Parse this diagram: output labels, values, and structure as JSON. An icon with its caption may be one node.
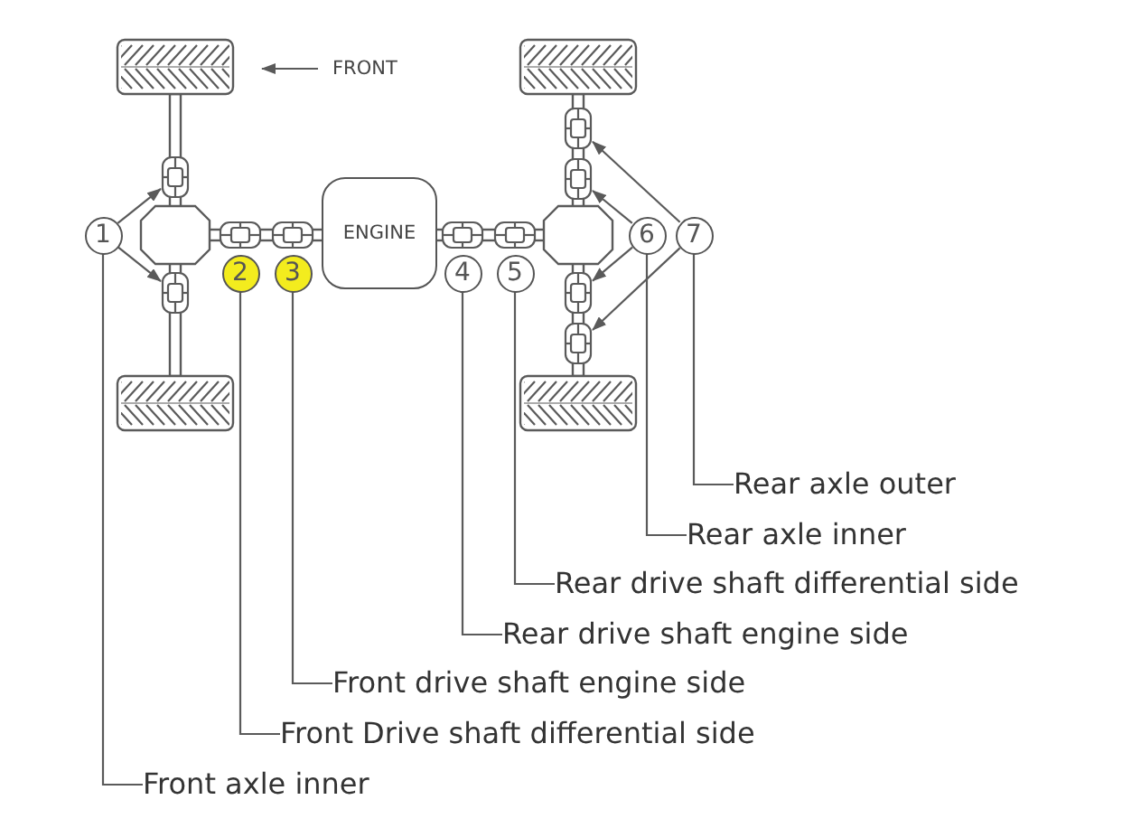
{
  "diagram": {
    "nodes": [
      {
        "text": [
          "1"
        ]
      },
      {
        "text": [
          "2"
        ]
      },
      {
        "text": [
          "3"
        ]
      },
      {
        "text": [
          "ENGINE"
        ]
      },
      {
        "text": [
          "4"
        ]
      },
      {
        "text": [
          "5"
        ]
      },
      {
        "text": [
          "6"
        ]
      },
      {
        "text": [
          "7"
        ]
      },
      {
        "text": [],
        "shape": "picture"
      },
      {
        "text": [],
        "shape": "picture"
      },
      {
        "text": [],
        "shape": "picture"
      },
      {
        "text": [],
        "shape": "picture"
      },
      {
        "text": [],
        "shape": "picture"
      },
      {
        "text": [],
        "shape": "picture"
      },
      {
        "text": [
          "Rear axle outer"
        ]
      },
      {
        "text": [
          "Rear axle inner"
        ]
      },
      {
        "text": [
          "Rear drive shaft differential side"
        ]
      },
      {
        "text": [
          "Rear drive shaft engine side"
        ]
      },
      {
        "text": [
          "Front drive shaft engine side"
        ]
      },
      {
        "text": [
          "Front Drive shaft differential side"
        ]
      },
      {
        "text": [
          "Front axle inner"
        ]
      }
    ],
    "edges": [
      {
        "from": 0,
        "to": 8,
        "arrow": "to"
      },
      {
        "from": 0,
        "to": 9,
        "arrow": "to"
      },
      {
        "from": 7,
        "to": 10,
        "arrow": "to"
      },
      {
        "from": 6,
        "to": 11,
        "arrow": "to"
      },
      {
        "from": 6,
        "to": 12,
        "arrow": "to"
      },
      {
        "from": 7,
        "to": 13,
        "arrow": "to"
      },
      {
        "from": 7,
        "to": 14,
        "arrow": "none"
      },
      {
        "from": 6,
        "to": 15,
        "arrow": "none"
      },
      {
        "from": 5,
        "to": 16,
        "arrow": "none"
      },
      {
        "from": 4,
        "to": 17,
        "arrow": "none"
      },
      {
        "from": 2,
        "to": 18,
        "arrow": "none"
      },
      {
        "from": 1,
        "to": 19,
        "arrow": "none"
      },
      {
        "from": 0,
        "to": 20,
        "arrow": "none"
      }
    ],
    "labels": [
      "FRONT"
    ]
  }
}
